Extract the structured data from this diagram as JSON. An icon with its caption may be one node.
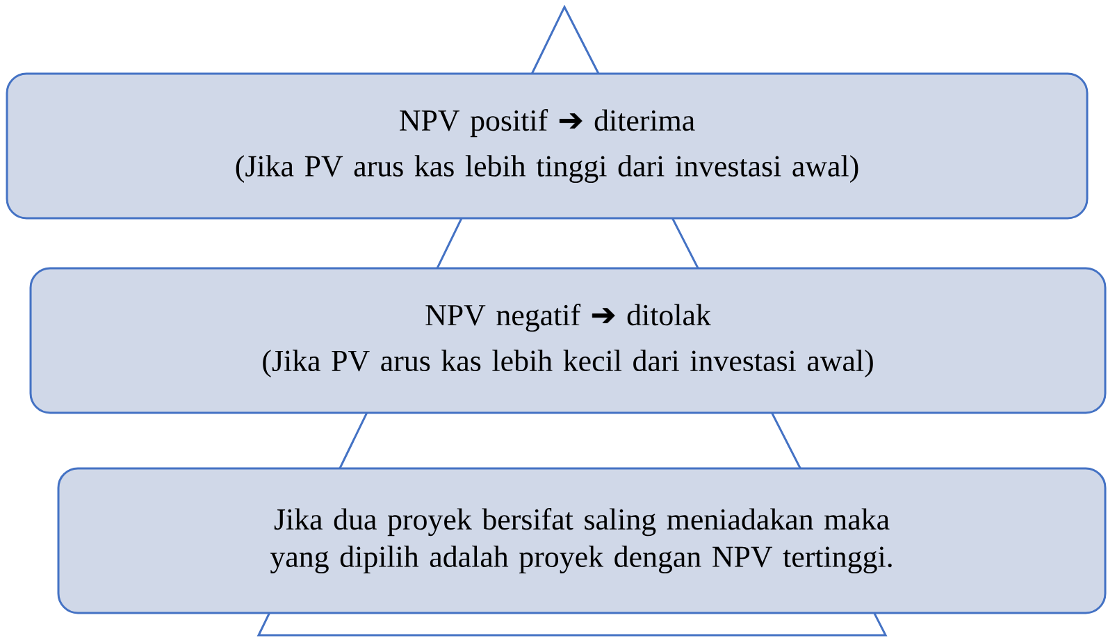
{
  "diagram": {
    "nodes": [
      {
        "text": [
          "NPV positif ➔ diterima",
          "(Jika PV arus kas lebih tinggi dari investasi awal)"
        ]
      },
      {
        "text": [
          "NPV negatif ➔ ditolak",
          "(Jika PV arus kas lebih kecil dari investasi awal)"
        ]
      },
      {
        "text": [
          "Jika dua proyek bersifat saling meniadakan maka yang dipilih adalah proyek dengan NPV tertinggi."
        ]
      }
    ]
  }
}
